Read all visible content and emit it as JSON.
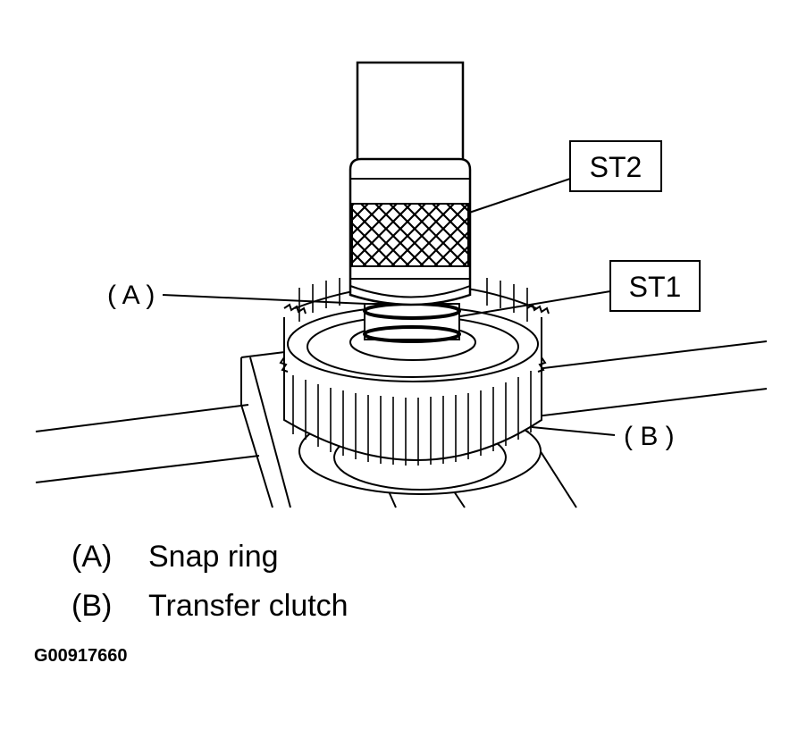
{
  "callouts": {
    "st2": "ST2",
    "st1": "ST1",
    "a": "( A )",
    "b": "( B )"
  },
  "legend": [
    {
      "key": "(A)",
      "label": "Snap ring"
    },
    {
      "key": "(B)",
      "label": "Transfer clutch"
    }
  ],
  "figure_code": "G00917660"
}
